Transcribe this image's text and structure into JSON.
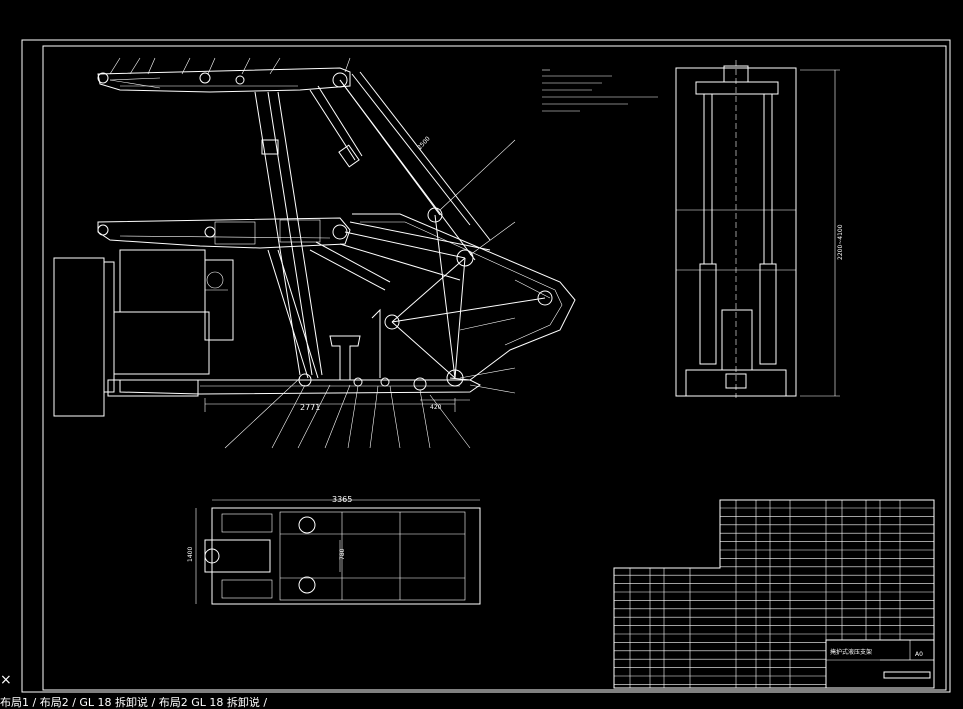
{
  "drawing": {
    "dims": {
      "base_length": "2771",
      "base_tail": "420",
      "plan_length": "3365",
      "plan_width": "1400",
      "plan_inner": "780",
      "side_height": "2200~4100",
      "boom_length": "2500"
    },
    "title_block": {
      "title": "掩护式液压支架",
      "sheet": "A0"
    }
  },
  "tabs": {
    "text": "布局1 / 布局2 / GL 18 拆卸说 / 布局2 GL 18 拆卸说 /"
  }
}
